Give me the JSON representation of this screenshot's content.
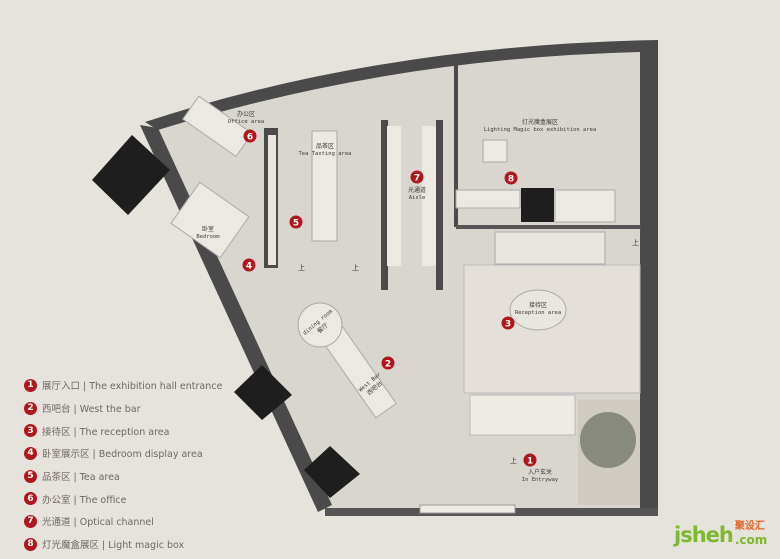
{
  "legend": [
    {
      "num": "1",
      "label": "展厅入口 | The exhibition hall entrance"
    },
    {
      "num": "2",
      "label": "西吧台 | West the bar"
    },
    {
      "num": "3",
      "label": "接待区 | The reception area"
    },
    {
      "num": "4",
      "label": "卧室展示区 | Bedroom display area"
    },
    {
      "num": "5",
      "label": "品茶区 | Tea area"
    },
    {
      "num": "6",
      "label": "办公室 | The office"
    },
    {
      "num": "7",
      "label": "光通道 | Optical channel"
    },
    {
      "num": "8",
      "label": "灯光魔盒展区 | Light magic box"
    }
  ],
  "rooms": {
    "office": {
      "cn": "办公区",
      "en": "Office area"
    },
    "tea": {
      "cn": "品茶区",
      "en": "Tea Tasting area"
    },
    "aisle": {
      "cn": "光通道",
      "en": "Aisle"
    },
    "magic": {
      "cn": "灯光魔盒展区",
      "en": "Lighting Magic box exhibition area"
    },
    "bedroom": {
      "cn": "卧室",
      "en": "Bedroom"
    },
    "reception": {
      "cn": "接待区",
      "en": "Reception area"
    },
    "dining": {
      "cn": "餐厅",
      "en": "dining room"
    },
    "bar": {
      "cn": "西吧台",
      "en": "West Bar"
    },
    "entry": {
      "cn": "入户玄关",
      "en": "In Entryway"
    }
  },
  "markers": [
    "1",
    "2",
    "3",
    "4",
    "5",
    "6",
    "7",
    "8"
  ],
  "stair_label": "上",
  "logo": {
    "main": "jsheh",
    "com": ".com",
    "cn": "聚设汇"
  }
}
